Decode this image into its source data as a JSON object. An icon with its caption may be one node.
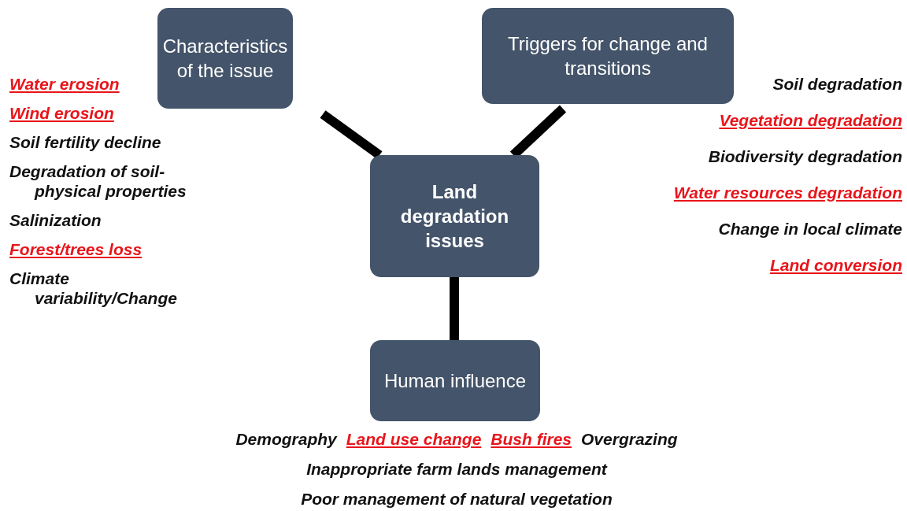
{
  "diagram": {
    "nodes": [
      {
        "text": [
          "Characteristics of the issue"
        ],
        "beside": [
          "Water erosion",
          "Wind erosion",
          "Soil fertility decline",
          "Degradation of soil- physical properties",
          "Salinization",
          "Forest/trees loss",
          "Climate variability/Change"
        ]
      },
      {
        "text": [
          "Triggers for change and transitions"
        ],
        "beside": [
          "Soil degradation",
          "Vegetation degradation",
          "Biodiversity degradation",
          "Water resources degradation",
          "Change in local climate",
          "Land conversion"
        ]
      },
      {
        "text": [
          "Land degradation issues"
        ]
      },
      {
        "text": [
          "Human influence"
        ],
        "beside": [
          "Demography",
          "Land use change",
          "Bush fires",
          "Overgrazing",
          "Inappropriate farm lands management",
          "Poor management of natural vegetation"
        ]
      }
    ],
    "edges": [
      {
        "from": 2,
        "to": 0,
        "arrow": "none"
      },
      {
        "from": 2,
        "to": 1,
        "arrow": "none"
      },
      {
        "from": 2,
        "to": 3,
        "arrow": "none"
      }
    ]
  }
}
